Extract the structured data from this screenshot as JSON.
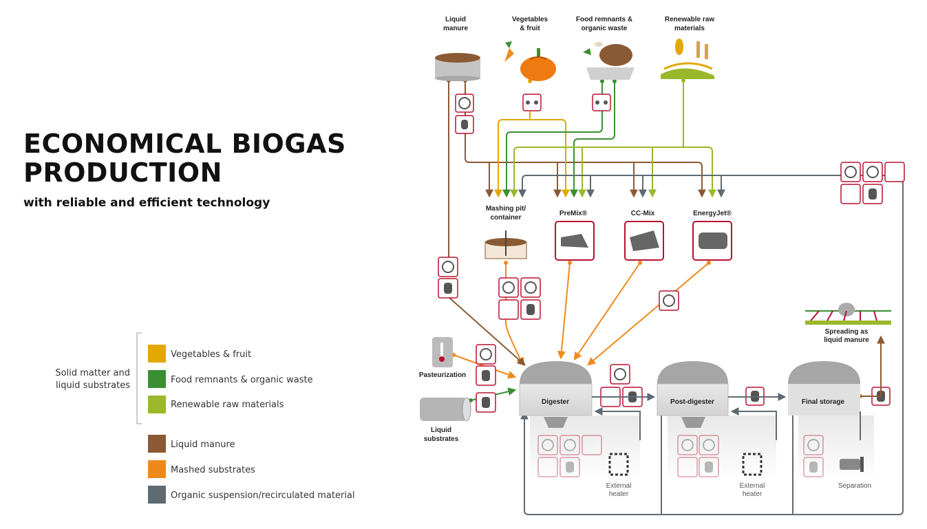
{
  "header": {
    "title_line1": "ECONOMICAL BIOGAS",
    "title_line2": "PRODUCTION",
    "subtitle": "with reliable and efficient technology"
  },
  "sources": {
    "liquid_manure": [
      "Liquid",
      "manure"
    ],
    "vegetables": [
      "Vegetables",
      "& fruit"
    ],
    "food": [
      "Food remnants &",
      "organic waste"
    ],
    "renewable": [
      "Renewable raw",
      "materials"
    ]
  },
  "machines": {
    "mashing": [
      "Mashing pit/",
      "container"
    ],
    "premix": "PreMix®",
    "ccmix": "CC-Mix",
    "energyjet": "EnergyJet®"
  },
  "inputs": {
    "pasteurization": "Pasteurization",
    "liquid_substrates": [
      "Liquid",
      "substrates"
    ]
  },
  "tanks": {
    "digester": "Digester",
    "post_digester": "Post-digester",
    "final_storage": "Final storage"
  },
  "outputs": {
    "spreading": [
      "Spreading as",
      "liquid manure"
    ],
    "heater1": [
      "External",
      "heater"
    ],
    "heater2": [
      "External",
      "heater"
    ],
    "separation": "Separation"
  },
  "legend": {
    "group_label": [
      "Solid matter and",
      "liquid  substrates"
    ],
    "items": [
      {
        "label": "Vegetables & fruit",
        "color": "#e3a800"
      },
      {
        "label": "Food remnants & organic waste",
        "color": "#3a8f32"
      },
      {
        "label": "Renewable raw materials",
        "color": "#9ab82a"
      },
      {
        "label": "Liquid manure",
        "color": "#8a5a34"
      },
      {
        "label": "Mashed substrates",
        "color": "#ee8a1c"
      },
      {
        "label": "Organic suspension/recirculated material",
        "color": "#5f6b72"
      }
    ]
  },
  "colors": {
    "vegetables": "#e3a800",
    "food": "#3a8f32",
    "renewable": "#9ab82a",
    "manure": "#8a5a34",
    "mashed": "#ee8a1c",
    "recirc": "#5f6b72",
    "frame": "#b8102e"
  }
}
